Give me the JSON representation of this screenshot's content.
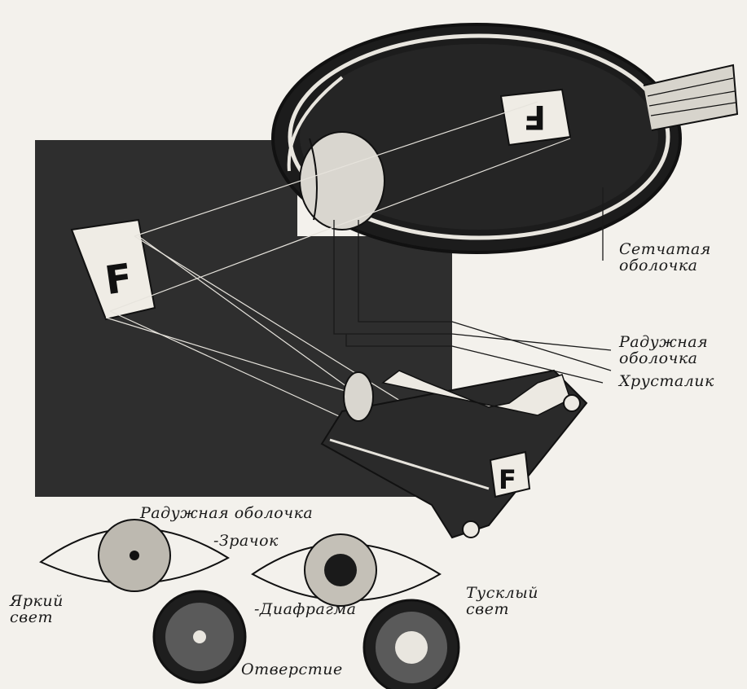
{
  "labels": {
    "retina": [
      "Сетчатая",
      "оболочка"
    ],
    "iris": [
      "Радужная",
      "оболочка"
    ],
    "lens": "Хрусталик",
    "iris_bottom": "Радужная оболочка",
    "pupil": "-Зрачок",
    "bright_light": [
      "Яркий",
      "свет"
    ],
    "dim_light": [
      "Тусклый",
      "свет"
    ],
    "diaphragm": "-Диафрагма",
    "aperture": "Отверстие"
  },
  "glyph": "F",
  "colors": {
    "paper": "#f3f1ec",
    "ink": "#1a1a1a",
    "dark_panel": "#2e2e2e"
  }
}
